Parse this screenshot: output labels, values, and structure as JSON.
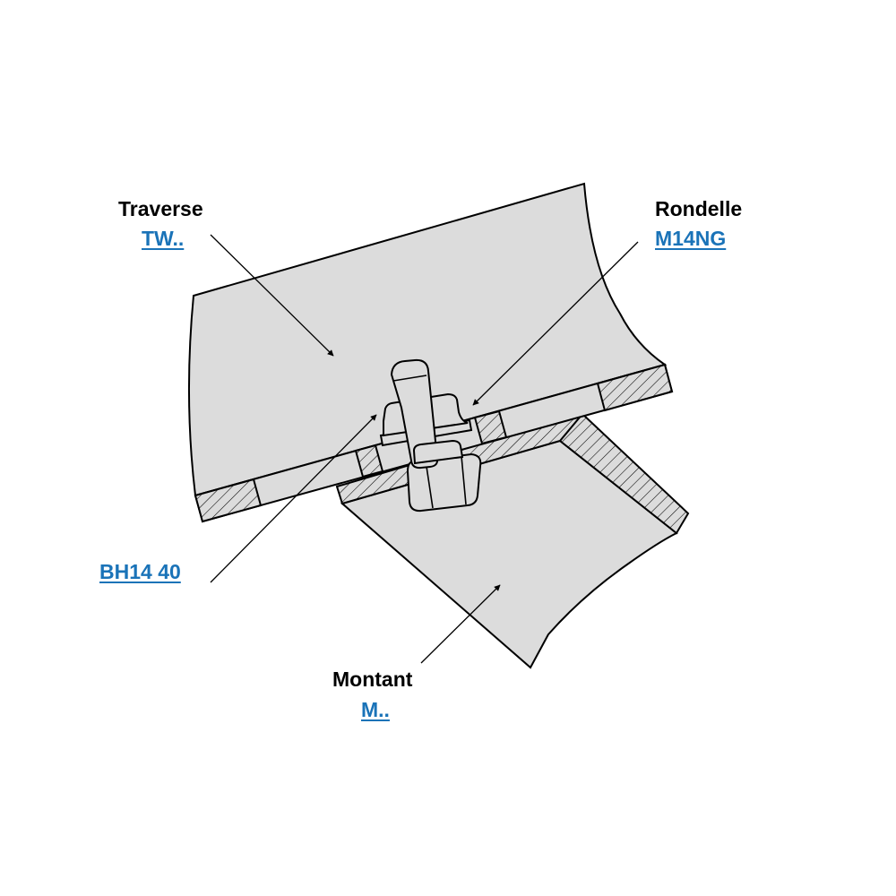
{
  "colors": {
    "fill": "#dcdcdc",
    "stroke": "#000000",
    "link": "#1a73b8",
    "text": "#000000"
  },
  "labels": {
    "traverse": {
      "name": "Traverse",
      "code": "TW.."
    },
    "rondelle": {
      "name": "Rondelle",
      "code": "M14NG"
    },
    "bolt": {
      "code": "BH14 40"
    },
    "montant": {
      "name": "Montant",
      "code": "M.."
    }
  }
}
